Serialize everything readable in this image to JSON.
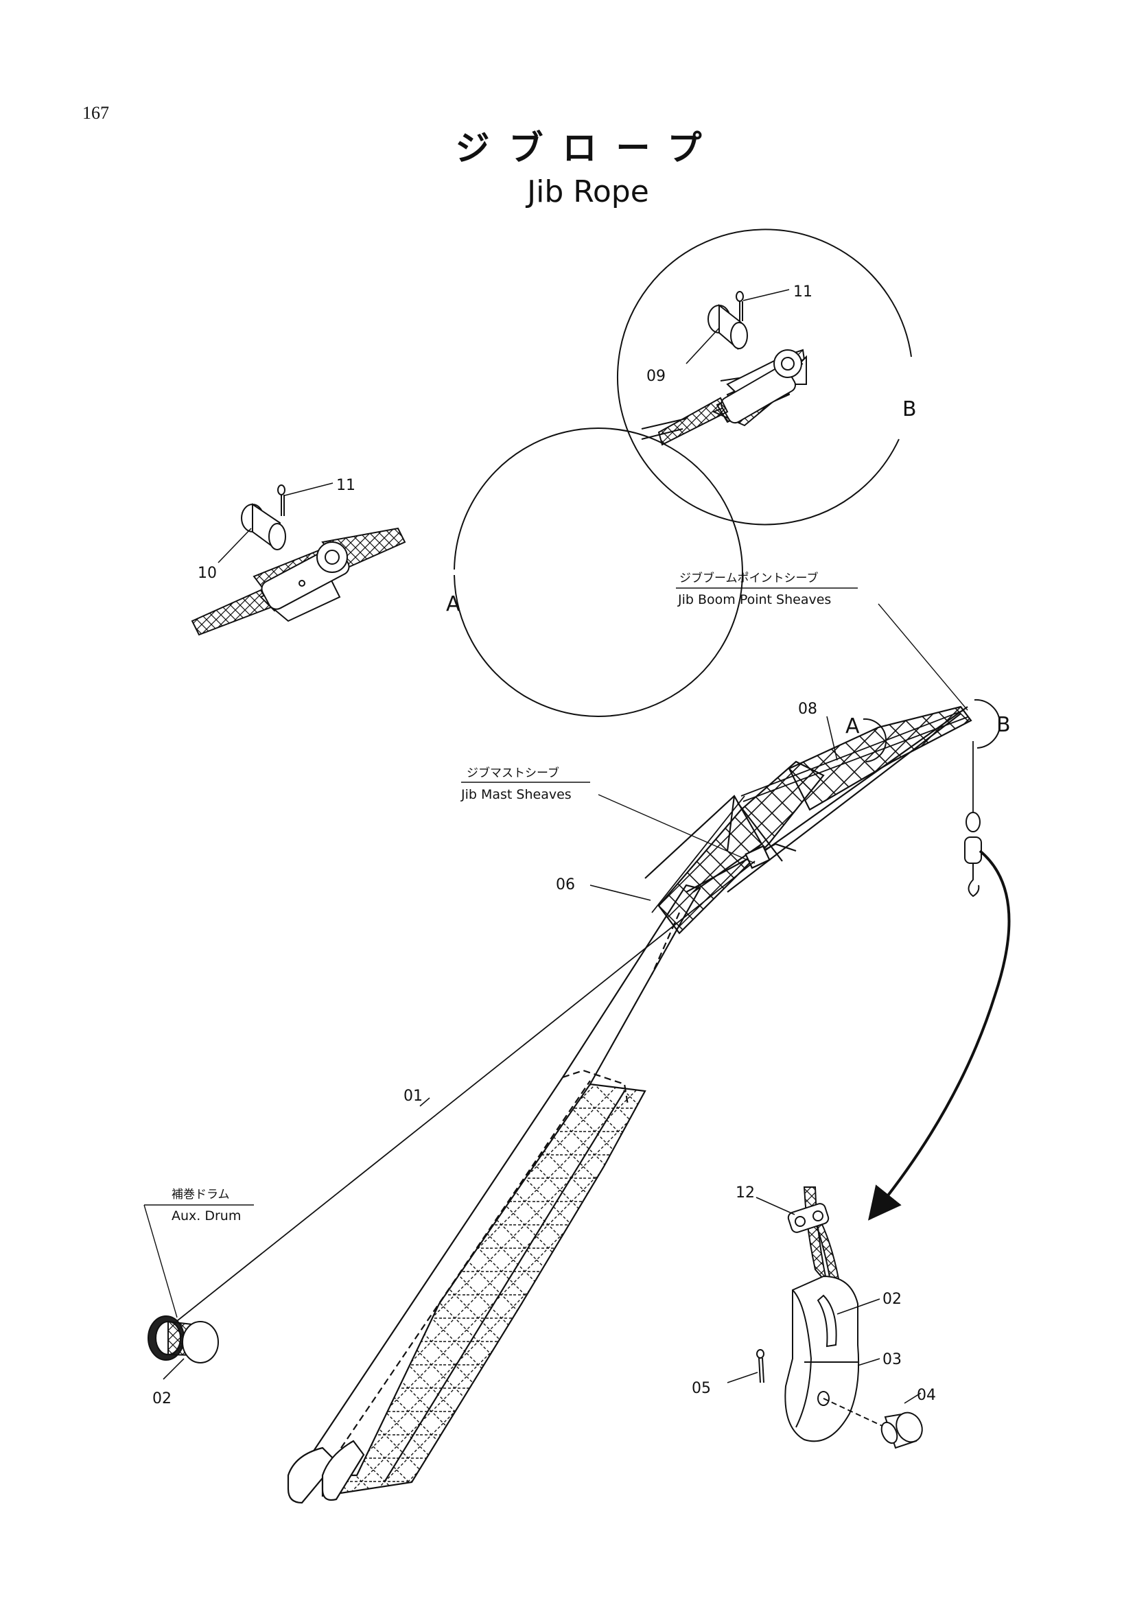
{
  "page": {
    "number": "167",
    "title_ja": "ジブロープ",
    "title_en": "Jib Rope"
  },
  "labels": {
    "jib_boom_point_sheaves_ja": "ジブブームポイントシーブ",
    "jib_boom_point_sheaves_en": "Jib Boom Point Sheaves",
    "jib_mast_sheaves_ja": "ジブマストシーブ",
    "jib_mast_sheaves_en": "Jib Mast Sheaves",
    "aux_drum_ja": "補巻ドラム",
    "aux_drum_en": "Aux. Drum"
  },
  "references": {
    "detail_a": "A",
    "detail_b": "B"
  },
  "callouts": {
    "c01": "01",
    "c02": "02",
    "c03": "03",
    "c04": "04",
    "c05": "05",
    "c06": "06",
    "c08": "08",
    "c09": "09",
    "c10": "10",
    "c11": "11",
    "c12": "12"
  },
  "colors": {
    "ink": "#111111",
    "paper": "#ffffff"
  }
}
